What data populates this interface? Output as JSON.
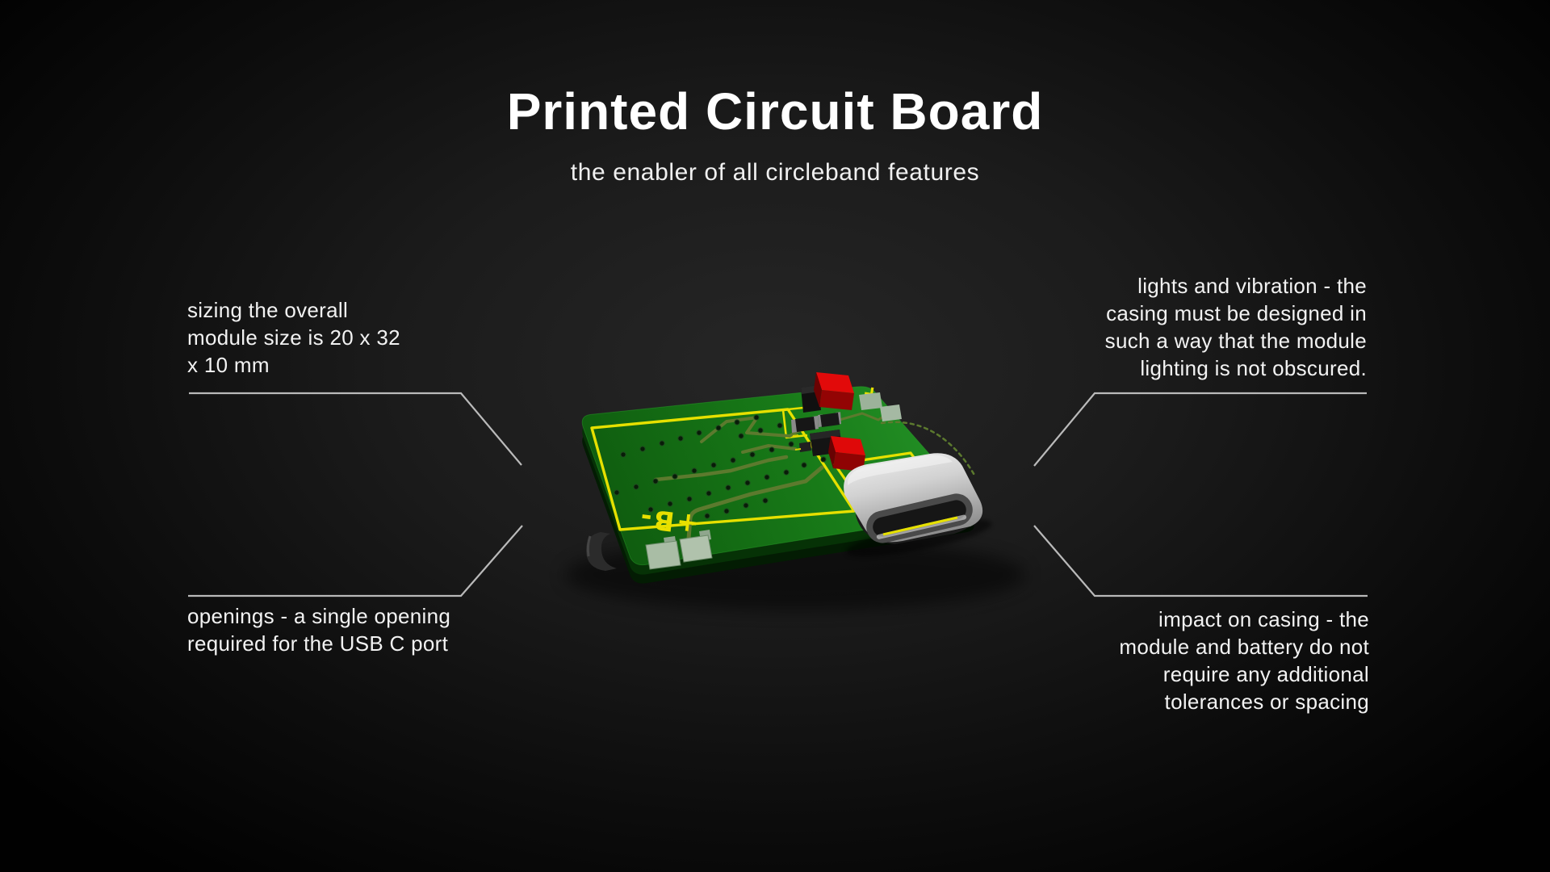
{
  "slide": {
    "title": "Printed Circuit Board",
    "subtitle": "the enabler of all circleband features"
  },
  "annotations": {
    "top_left": {
      "text": "sizing the overall\nmodule size is 20 x 32\nx 10 mm"
    },
    "bottom_left": {
      "text": "openings - a single opening\nrequired for the USB C port"
    },
    "top_right": {
      "text": "lights and vibration - the\ncasing must be designed in\nsuch a way that the module\nlighting is not obscured."
    },
    "bottom_right": {
      "text": "impact on casing - the\nmodule and battery do not\nrequire any additional\ntolerances or spacing"
    }
  },
  "pcb": {
    "silkscreen_label": "+B-",
    "plus_marking": "+",
    "board_color": "#187a18",
    "silkscreen_color": "#e6e000",
    "switch_color": "#e20a0a",
    "usb_shell_color": "#d2d2d2"
  },
  "colors": {
    "background_center": "#262626",
    "leader_line": "#c8c8c8",
    "title_text": "#ffffff",
    "annotation_text": "#f2f2f2"
  }
}
